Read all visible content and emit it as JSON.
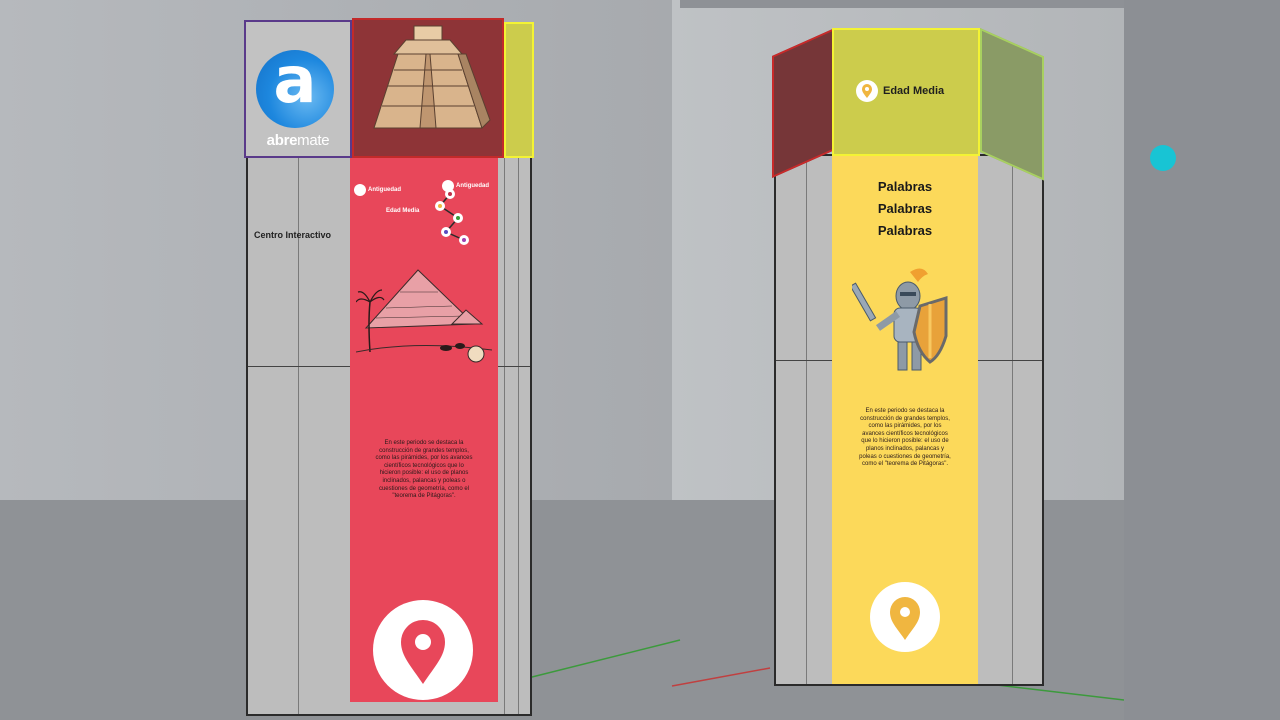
{
  "brand": {
    "logo_letter": "a",
    "name_bold": "abre",
    "name_rest": "mate"
  },
  "left_column": {
    "side_label": "Centro Interactivo",
    "map_labels": {
      "top_left": "Antiguedad",
      "top_right": "Antiguedad",
      "middle": "Edad Media"
    },
    "description": "En este periodo se destaca la construcción de grandes templos, como las pirámides, por los avances científicos tecnológicos que lo hicieron posible: el uso de planos inclinados, palancas y poleas o cuestiones de geometría, como el \"teorema de Pitágoras\"."
  },
  "right_column": {
    "header_label": "Edad Media",
    "title_lines": [
      "Palabras",
      "Palabras",
      "Palabras"
    ],
    "description": "En este periodo se destaca la construcción de grandes templos, como las pirámides, por los avances científicos tecnológicos que lo hicieron posible: el uso de planos inclinados, palancas y poleas o cuestiones de geometría, como el \"teorema de Pitágoras\"."
  },
  "colors": {
    "red_panel": "#e8475a",
    "dark_red": "#8e3437",
    "yellow_panel": "#fcd95a",
    "olive": "#cccc4c",
    "pin_orange": "#f0b640",
    "cursor": "#18c4d4"
  }
}
